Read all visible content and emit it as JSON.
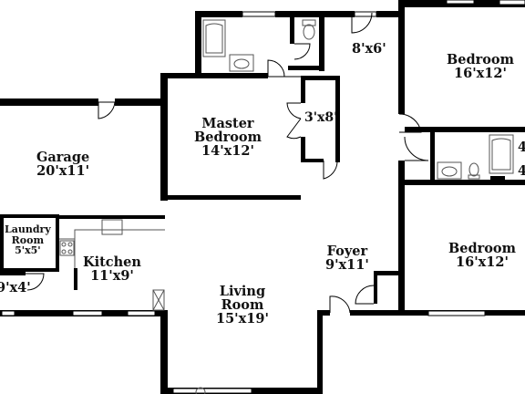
{
  "rooms": {
    "garage": {
      "name": "Garage",
      "size": "20'x11'"
    },
    "master_bedroom": {
      "name_line1": "Master",
      "name_line2": "Bedroom",
      "size": "14'x12'"
    },
    "closet": {
      "size": "3'x8'"
    },
    "entry": {
      "size": "8'x6'"
    },
    "bedroom_top": {
      "name": "Bedroom",
      "size": "16'x12'"
    },
    "laundry": {
      "name_line1": "Laundry",
      "name_line2": "Room",
      "size": "5'x5'"
    },
    "kitchen": {
      "name": "Kitchen",
      "size": "11'x9'"
    },
    "foyer": {
      "name": "Foyer",
      "size": "9'x11'"
    },
    "living": {
      "name_line1": "Living",
      "name_line2": "Room",
      "size": "15'x19'"
    },
    "bedroom_bottom": {
      "name": "Bedroom",
      "size": "16'x12'"
    },
    "partial_left": {
      "size": "9'x4'"
    },
    "partial_right_top": {
      "size": "4"
    },
    "partial_right_bottom": {
      "size": "4"
    }
  },
  "colors": {
    "wall": "#000000",
    "fixture": "#555555",
    "background": "#ffffff"
  }
}
